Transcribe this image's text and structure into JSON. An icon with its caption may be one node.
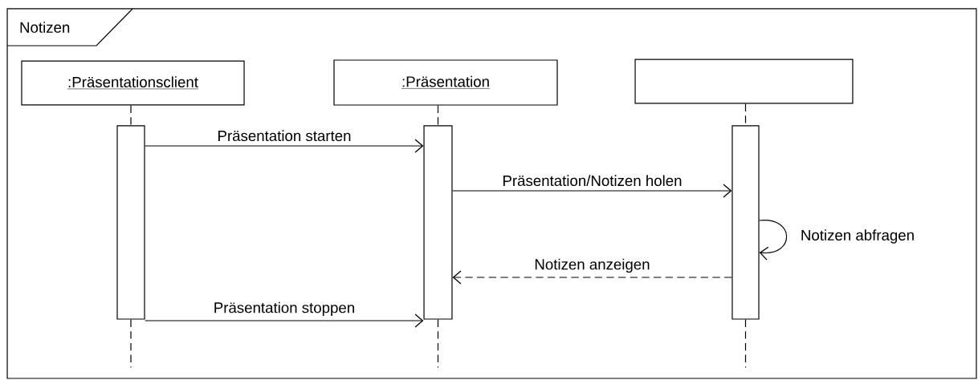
{
  "diagram": {
    "nodes": [
      {
        "text": [
          "Notizen"
        ]
      },
      {
        "text": [
          ":Präsentationsclient"
        ],
        "in": 0
      },
      {
        "text": [
          ":Präsentation"
        ],
        "in": 0
      },
      {
        "text": [],
        "shape": "box",
        "in": 0
      },
      {
        "text": [],
        "shape": "bar",
        "in": 0
      },
      {
        "text": [],
        "shape": "bar",
        "in": 0
      },
      {
        "text": [],
        "shape": "bar",
        "in": 0
      }
    ],
    "edges": [
      {
        "from": 1,
        "to": 4,
        "arrow": "none",
        "style": "dashed"
      },
      {
        "from": 2,
        "to": 5,
        "arrow": "none",
        "style": "dashed"
      },
      {
        "from": 3,
        "to": 6,
        "arrow": "none",
        "style": "dashed"
      },
      {
        "from": 4,
        "to": 5,
        "arrow": "to",
        "label": "Präsentation starten"
      },
      {
        "from": 5,
        "to": 6,
        "arrow": "to",
        "label": "Präsentation/Notizen holen"
      },
      {
        "from": 6,
        "to": 6,
        "arrow": "to",
        "label": "Notizen abfragen"
      },
      {
        "from": 6,
        "to": 5,
        "arrow": "to",
        "label": "Notizen anzeigen",
        "style": "dashed"
      },
      {
        "from": 4,
        "to": 5,
        "arrow": "to",
        "label": "Präsentation stoppen"
      },
      {
        "from": 4,
        "to": null,
        "arrow": "none",
        "style": "dashed"
      },
      {
        "from": 5,
        "to": null,
        "arrow": "none",
        "style": "dashed"
      },
      {
        "from": 6,
        "to": null,
        "arrow": "none",
        "style": "dashed"
      }
    ]
  }
}
